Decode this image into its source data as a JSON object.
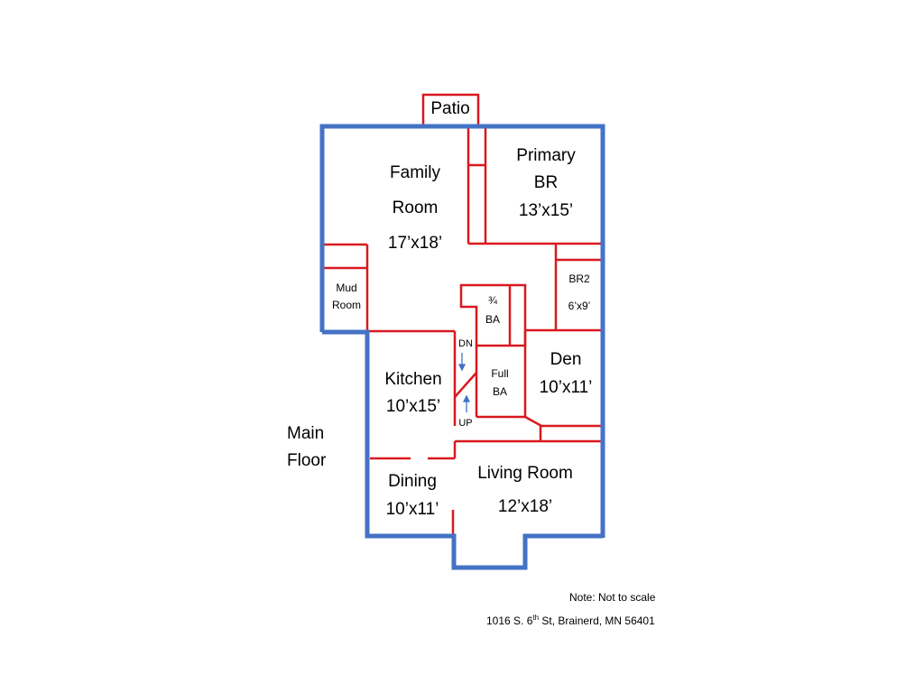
{
  "floor_label": {
    "line1": "Main",
    "line2": "Floor"
  },
  "rooms": {
    "patio": {
      "name": "Patio"
    },
    "family": {
      "line1": "Family",
      "line2": "Room",
      "size": "17’x18’"
    },
    "primary": {
      "line1": "Primary",
      "line2": "BR",
      "size": "13’x15’"
    },
    "mud": {
      "line1": "Mud",
      "line2": "Room"
    },
    "br2": {
      "name": "BR2",
      "size": "6’x9’"
    },
    "three_quarter_bath": {
      "line1": "¾",
      "line2": "BA"
    },
    "full_bath": {
      "line1": "Full",
      "line2": "BA"
    },
    "den": {
      "name": "Den",
      "size": "10’x11’"
    },
    "kitchen": {
      "name": "Kitchen",
      "size": "10’x15’"
    },
    "dining": {
      "name": "Dining",
      "size": "10’x11’"
    },
    "living": {
      "name": "Living Room",
      "size": "12’x18’"
    }
  },
  "stairs": {
    "down": "DN",
    "up": "UP"
  },
  "footer": {
    "note": "Note: Not to scale",
    "address_number": "1016 S. 6",
    "address_suffix": "th",
    "address_rest": " St, Brainerd, MN  56401"
  },
  "colors": {
    "exterior_wall": "#4472c4",
    "interior_wall": "#d9181f",
    "arrow": "#4472c4"
  }
}
